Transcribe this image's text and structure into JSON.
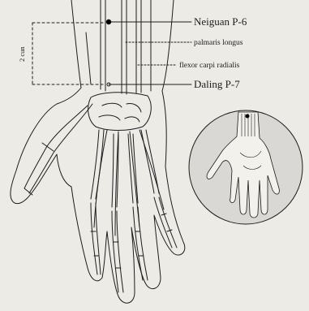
{
  "labels": {
    "neiguan": "Neiguan P-6",
    "palmaris": "palmaris longus",
    "flexor": "flexor carpi radialis",
    "daling": "Daling P-7",
    "measure": "2 cun"
  },
  "colors": {
    "background": "#ecebe6",
    "ink": "#1c1c1c",
    "inset_fill": "#d9d8d4",
    "point": "#000000"
  },
  "acupoints": [
    "Neiguan P-6",
    "Daling P-7"
  ]
}
